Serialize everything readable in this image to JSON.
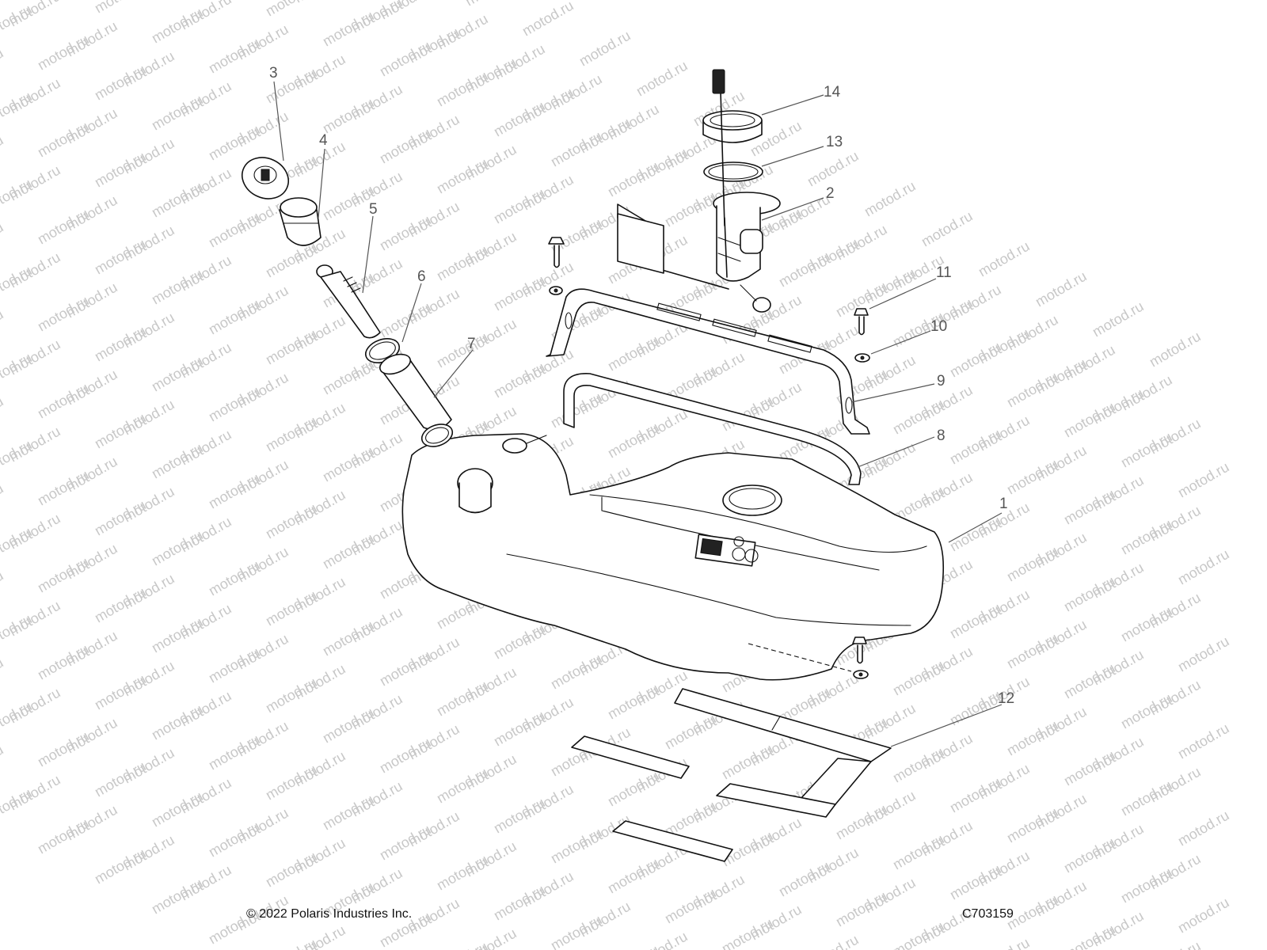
{
  "watermark": {
    "text": "motod.ru",
    "color": "#c8c8c8"
  },
  "callouts": [
    {
      "num": "1"
    },
    {
      "num": "2"
    },
    {
      "num": "3"
    },
    {
      "num": "4"
    },
    {
      "num": "5"
    },
    {
      "num": "6"
    },
    {
      "num": "7"
    },
    {
      "num": "8"
    },
    {
      "num": "9"
    },
    {
      "num": "10"
    },
    {
      "num": "11"
    },
    {
      "num": "12"
    },
    {
      "num": "13"
    },
    {
      "num": "14"
    }
  ],
  "footer": {
    "copyright": "© 2022 Polaris Industries Inc.",
    "figure_id": "C703159"
  }
}
